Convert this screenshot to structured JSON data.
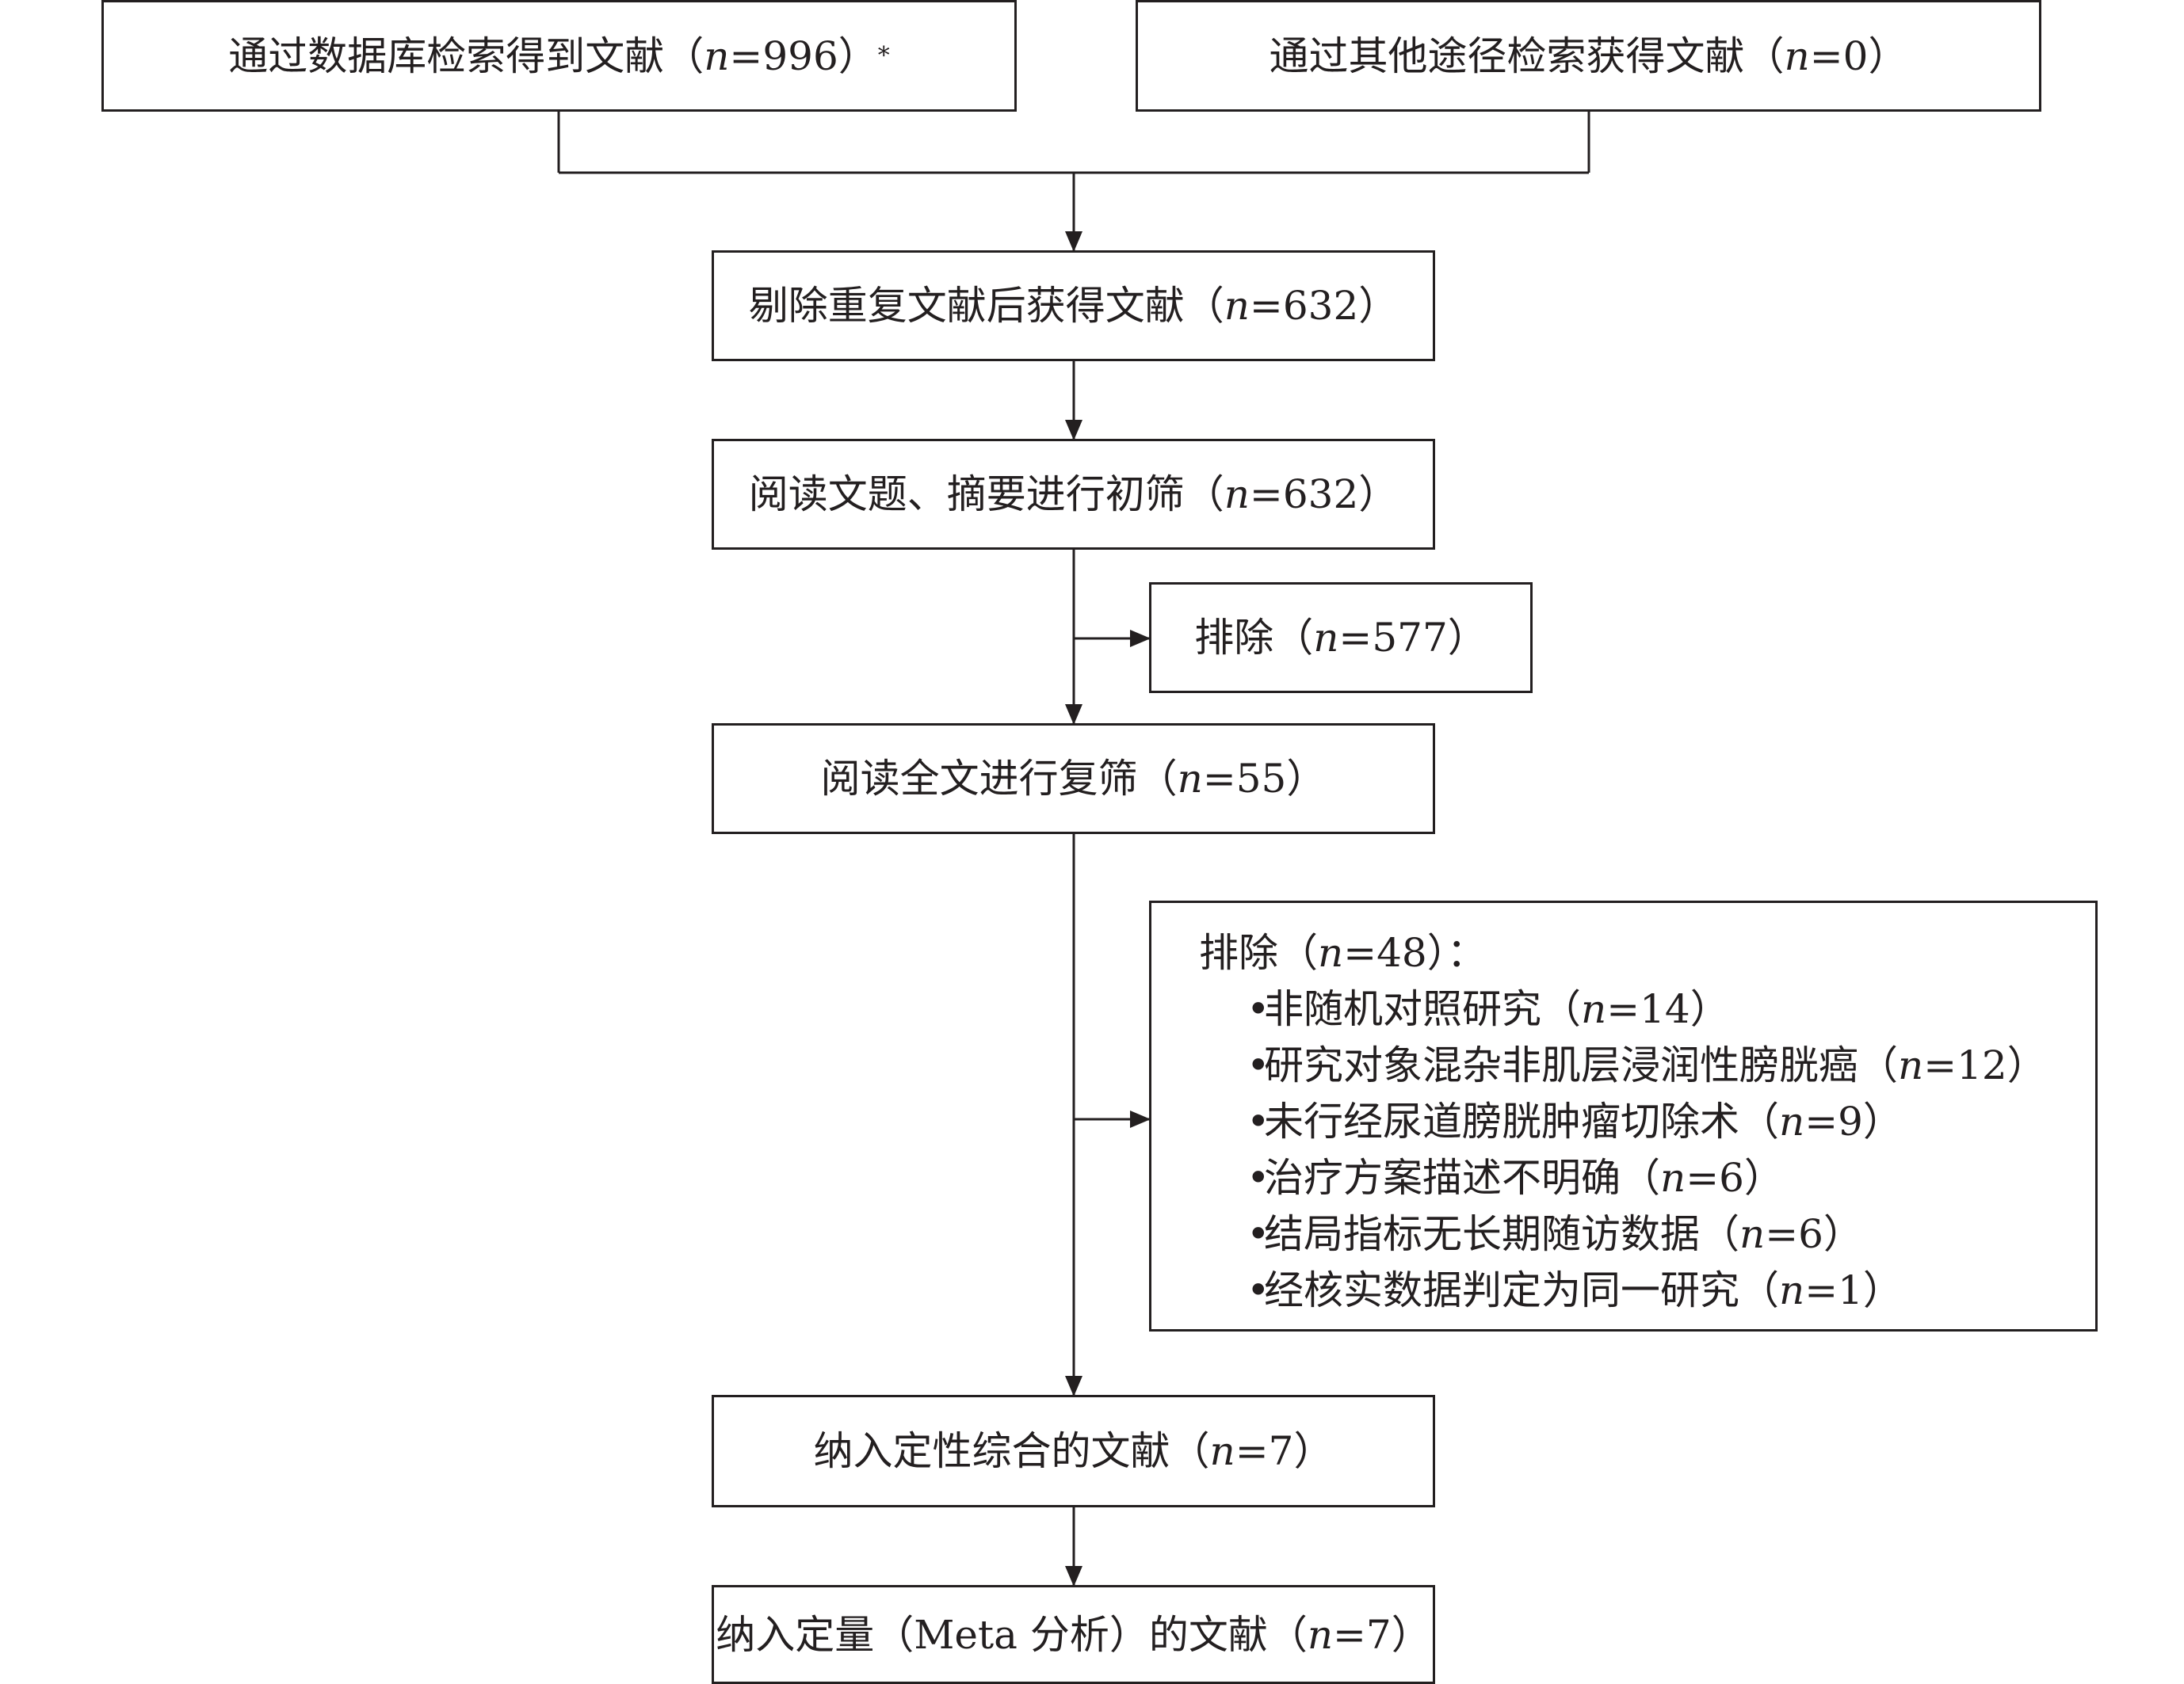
{
  "flow": {
    "db_search": {
      "label": "通过数据库检索得到文献（",
      "n_var": "n",
      "n_value": "=996）",
      "footnote_mark": "*"
    },
    "other_search": {
      "label": "通过其他途径检索获得文献（",
      "n_var": "n",
      "n_value": "=0）"
    },
    "dedup": {
      "label": "剔除重复文献后获得文献（",
      "n_var": "n",
      "n_value": "=632）"
    },
    "initial_screen": {
      "label": "阅读文题、摘要进行初筛（",
      "n_var": "n",
      "n_value": "=632）"
    },
    "exclude_1": {
      "label": "排除（",
      "n_var": "n",
      "n_value": "=577）"
    },
    "full_text": {
      "label": "阅读全文进行复筛（",
      "n_var": "n",
      "n_value": "=55）"
    },
    "exclude_2": {
      "label": "排除（",
      "n_var": "n",
      "n_value": "=48）：",
      "bullet": "•",
      "reasons": [
        {
          "text": "非随机对照研究（",
          "n_var": "n",
          "n_value": "=14）"
        },
        {
          "text": "研究对象混杂非肌层浸润性膀胱癌（",
          "n_var": "n",
          "n_value": "=12）"
        },
        {
          "text": "未行经尿道膀胱肿瘤切除术（",
          "n_var": "n",
          "n_value": "=9）"
        },
        {
          "text": "治疗方案描述不明确（",
          "n_var": "n",
          "n_value": "=6）"
        },
        {
          "text": "结局指标无长期随访数据（",
          "n_var": "n",
          "n_value": "=6）"
        },
        {
          "text": "经核实数据判定为同一研究（",
          "n_var": "n",
          "n_value": "=1）"
        }
      ]
    },
    "qualitative": {
      "label": "纳入定性综合的文献（",
      "n_var": "n",
      "n_value": "=7）"
    },
    "quantitative": {
      "label": "纳入定量（Meta 分析）的文献（",
      "n_var": "n",
      "n_value": "=7）"
    }
  },
  "colors": {
    "line": "#231f20",
    "text": "#231f20",
    "background": "#ffffff"
  }
}
